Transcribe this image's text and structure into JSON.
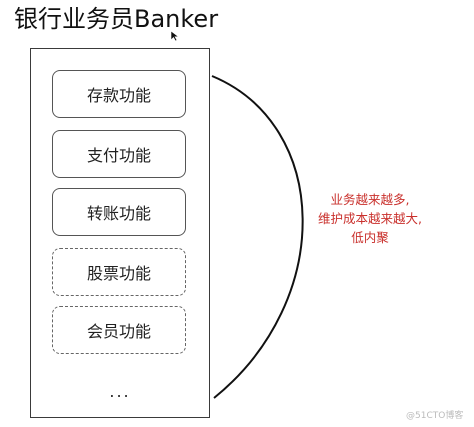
{
  "title": "银行业务员Banker",
  "functions": [
    {
      "label": "存款功能",
      "style": "solid"
    },
    {
      "label": "支付功能",
      "style": "solid"
    },
    {
      "label": "转账功能",
      "style": "solid"
    },
    {
      "label": "股票功能",
      "style": "dashed"
    },
    {
      "label": "会员功能",
      "style": "dashed"
    }
  ],
  "ellipsis": "...",
  "annotation": {
    "lines": [
      "业务越来越多,",
      "维护成本越来越大,",
      "低内聚"
    ],
    "color": "#c9302c"
  },
  "watermark": "@51CTO博客"
}
